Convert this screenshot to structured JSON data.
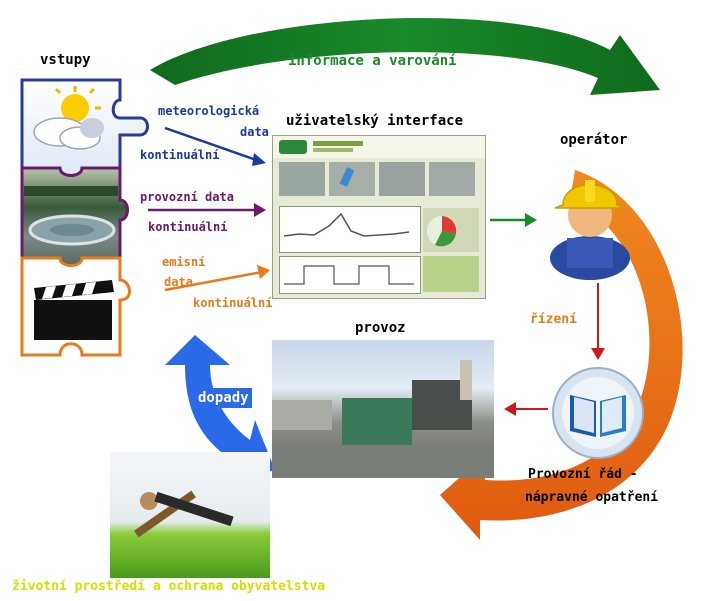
{
  "labels": {
    "vstupy": "vstupy",
    "informace": "informace a varování",
    "meteorologicka": "meteorologická",
    "data": "data",
    "kontinualni_1": "kontinuální",
    "provozni_data": "provozní data",
    "kontinualni_2": "kontinuální",
    "emisni": "emisní",
    "data_2": "data",
    "kontinualni_3": "kontinuální",
    "uzivatelsky_interface": "uživatelský interface",
    "operator": "operátor",
    "rizeni": "řízení",
    "provoz": "provoz",
    "dopady": "dopady",
    "provozni_rad_1": "Provozní řád -",
    "provozni_rad_2": "nápravné opatření",
    "zivotni_prostredi": "životní prostředí a ochrana obyvatelstva"
  },
  "colors": {
    "green": "#1a8a2a",
    "blue": "#1a3a9a",
    "purple": "#6a1a6a",
    "orange": "#e87a1a",
    "red": "#cc1a1a",
    "dopady_blue": "#2a6ae8",
    "yellow_green": "#d4e000"
  },
  "icons": {
    "operator": "construction-worker-icon",
    "manual": "open-book-icon",
    "weather": "sun-cloud-icon",
    "clapper": "film-clapper-icon"
  }
}
